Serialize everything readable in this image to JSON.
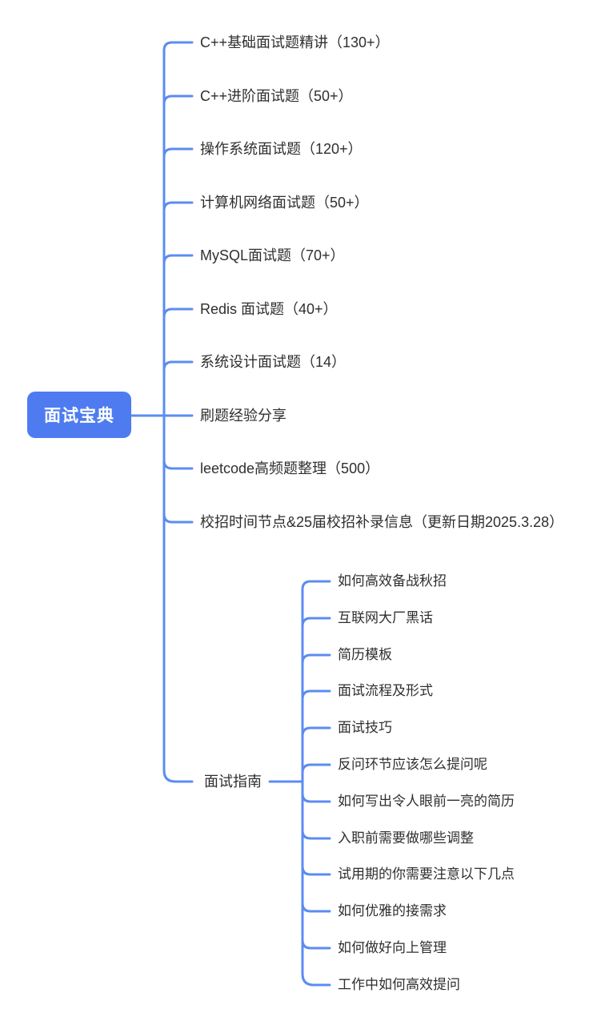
{
  "root": {
    "label": "面试宝典"
  },
  "branches": [
    {
      "label": "C++基础面试题精讲（130+）"
    },
    {
      "label": "C++进阶面试题（50+）"
    },
    {
      "label": "操作系统面试题（120+）"
    },
    {
      "label": "计算机网络面试题（50+）"
    },
    {
      "label": "MySQL面试题（70+）"
    },
    {
      "label": "Redis 面试题（40+）"
    },
    {
      "label": "系统设计面试题（14）"
    },
    {
      "label": "刷题经验分享"
    },
    {
      "label": "leetcode高频题整理（500）"
    },
    {
      "label": "校招时间节点&25届校招补录信息（更新日期2025.3.28）"
    },
    {
      "label": "面试指南",
      "children": [
        {
          "label": "如何高效备战秋招"
        },
        {
          "label": "互联网大厂黑话"
        },
        {
          "label": "简历模板"
        },
        {
          "label": "面试流程及形式"
        },
        {
          "label": "面试技巧"
        },
        {
          "label": "反问环节应该怎么提问呢"
        },
        {
          "label": "如何写出令人眼前一亮的简历"
        },
        {
          "label": "入职前需要做哪些调整"
        },
        {
          "label": "试用期的你需要注意以下几点"
        },
        {
          "label": "如何优雅的接需求"
        },
        {
          "label": "如何做好向上管理"
        },
        {
          "label": "工作中如何高效提问"
        }
      ]
    }
  ],
  "colors": {
    "background": "#FFFFFF",
    "root_node_fill": "#4E7CF0",
    "root_node_text": "#FFFFFF",
    "connector_line": "#5B8CF2",
    "branch_text": "#2F2F2F"
  }
}
